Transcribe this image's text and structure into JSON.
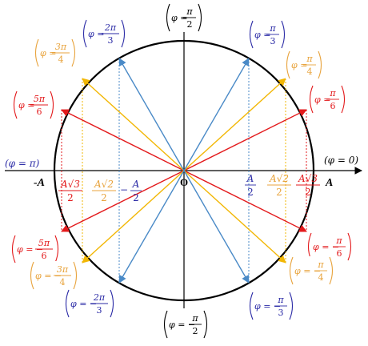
{
  "colors": {
    "circle": "#000000",
    "axis": "#000000",
    "red": "#e31a1c",
    "orange": "#f2b705",
    "orange_text": "#e8a33c",
    "blue": "#4a8ac7",
    "navy": "#2b2ba6",
    "label_bg": "#ffffff"
  },
  "axis": {
    "origin_label": "O",
    "neg_A": "-A",
    "pos_A": "A",
    "x_ticks": {
      "pos_half": {
        "num": "A",
        "den": "2"
      },
      "pos_root2": {
        "num": "A√2",
        "den": "2"
      },
      "pos_root3": {
        "num": "A√3",
        "den": "2"
      },
      "neg_half": {
        "sign": "−",
        "num": "A",
        "den": "2"
      },
      "neg_root2": {
        "num": "A√2",
        "den": "2"
      },
      "neg_root3": {
        "num": "A√3",
        "den": "2"
      }
    }
  },
  "phase_labels": {
    "top": {
      "prefix": "φ =",
      "num": "π",
      "den": "2"
    },
    "bottom": {
      "prefix": "φ = −",
      "num": "π",
      "den": "2"
    },
    "right": {
      "text": "(φ = 0)"
    },
    "left": {
      "text": "(φ = π)"
    },
    "q1_pi3": {
      "prefix": "φ =",
      "num": "π",
      "den": "3"
    },
    "q1_pi4": {
      "prefix": "φ =",
      "num": "π",
      "den": "4"
    },
    "q1_pi6": {
      "prefix": "φ =",
      "num": "π",
      "den": "6"
    },
    "q2_2pi3": {
      "prefix": "φ =",
      "num": "2π",
      "den": "3"
    },
    "q2_3pi4": {
      "prefix": "φ =",
      "num": "3π",
      "den": "4"
    },
    "q2_5pi6": {
      "prefix": "φ =",
      "num": "5π",
      "den": "6"
    },
    "q3_5pi6": {
      "prefix": "φ = −",
      "num": "5π",
      "den": "6"
    },
    "q3_3pi4": {
      "prefix": "φ = −",
      "num": "3π",
      "den": "4"
    },
    "q3_2pi3": {
      "prefix": "φ = −",
      "num": "2π",
      "den": "3"
    },
    "q4_pi6": {
      "prefix": "φ = −",
      "num": "π",
      "den": "6"
    },
    "q4_pi4": {
      "prefix": "φ = −",
      "num": "π",
      "den": "4"
    },
    "q4_pi3": {
      "prefix": "φ = −",
      "num": "π",
      "den": "3"
    }
  }
}
